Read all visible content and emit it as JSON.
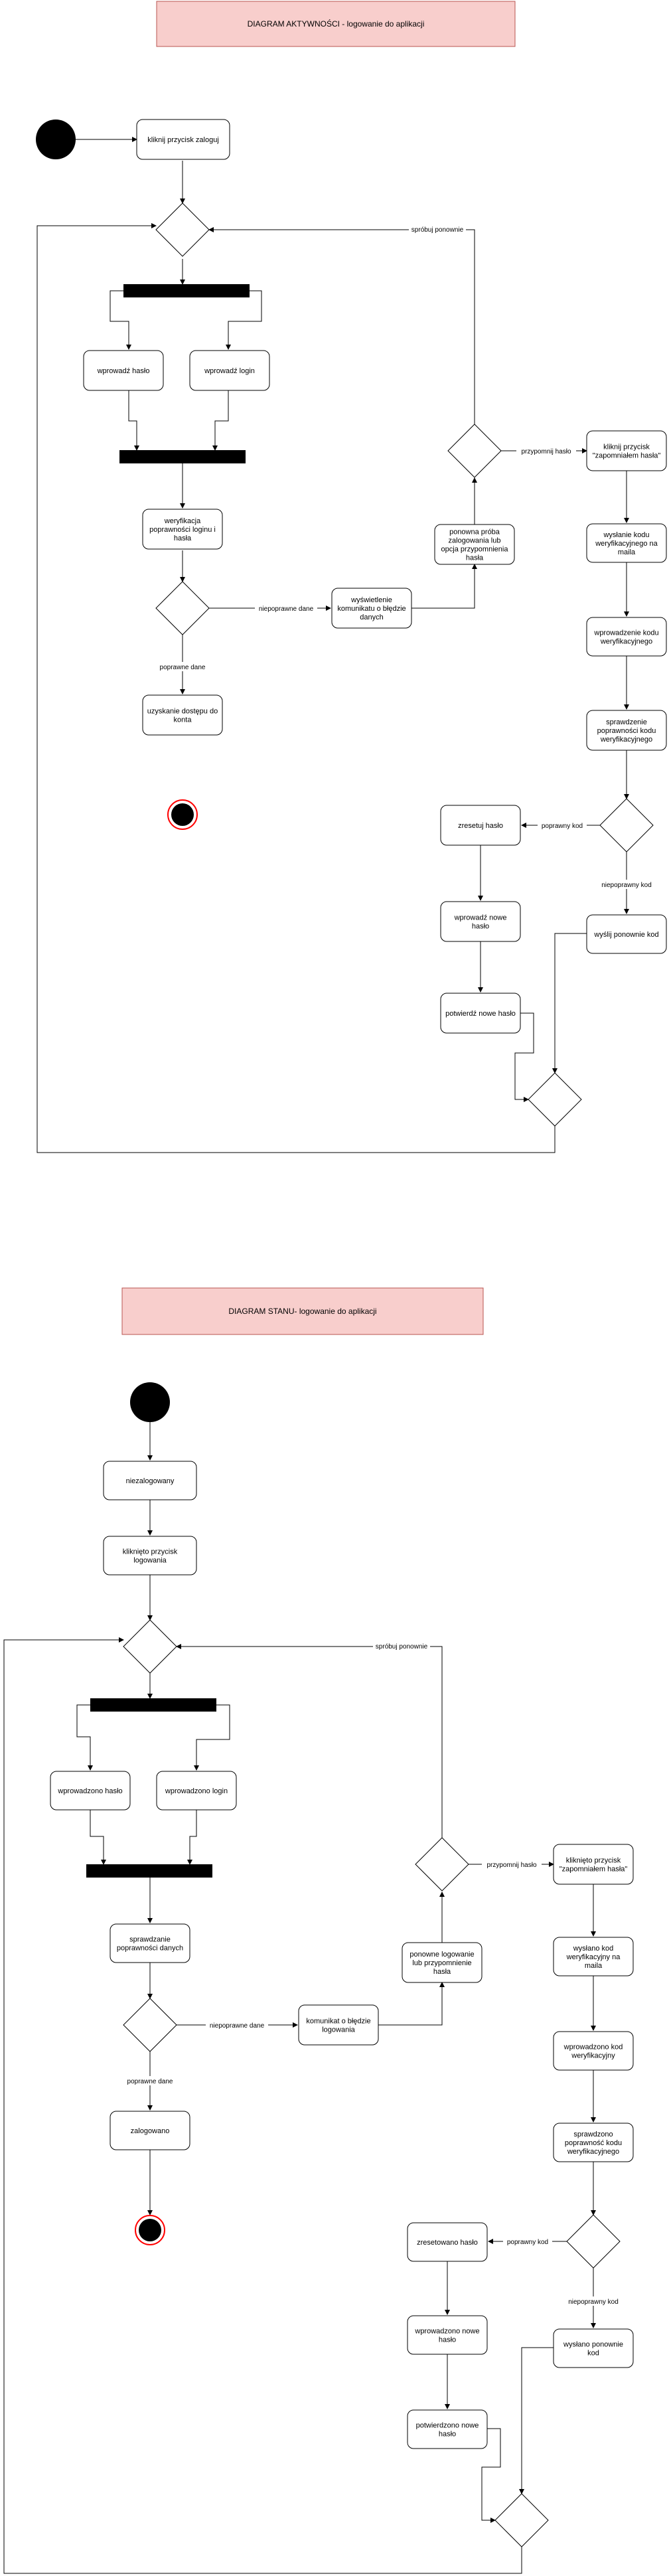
{
  "activity": {
    "title": "DIAGRAM AKTYWNOŚCI - logowanie do aplikacji",
    "n_click_login": "kliknij przycisk zaloguj",
    "n_enter_password": "wprowadź hasło",
    "n_enter_login": "wprowadź login",
    "n_verify": [
      "weryfikacja",
      "poprawności loginu i",
      "hasła"
    ],
    "n_access": [
      "uzyskanie dostępu do",
      "konta"
    ],
    "n_error": [
      "wyświetlenie",
      "komunikatu o błędzie",
      "danych"
    ],
    "n_retry": [
      "ponowna próba",
      "zalogowania lub",
      "opcja przypomnienia",
      "hasła"
    ],
    "n_forgot": [
      "kliknij przycisk",
      "\"zapomniałem hasła\""
    ],
    "n_code_sent": [
      "wysłanie kodu",
      "weryfikacyjnego na",
      "maila"
    ],
    "n_enter_code": [
      "wprowadzenie kodu",
      "weryfikacyjnego"
    ],
    "n_check_code": [
      "sprawdzenie",
      "poprawności kodu",
      "weryfikacyjnego"
    ],
    "n_reset": "zresetuj hasło",
    "n_new_password": [
      "wprowadź nowe",
      "hasło"
    ],
    "n_confirm": "potwierdź nowe hasło",
    "n_resend": "wyślij ponownie kod",
    "e_retry": "spróbuj ponownie",
    "e_remind": "przypomnij hasło",
    "e_wrong": "niepoprawne dane",
    "e_correct": "poprawne dane",
    "e_code_ok": "poprawny kod",
    "e_code_bad": "niepoprawny kod"
  },
  "state": {
    "title": "DIAGRAM STANU- logowanie do aplikacji",
    "n_logged_out": "niezalogowany",
    "n_clicked_login": [
      "kliknięto przycisk",
      "logowania"
    ],
    "n_entered_password": "wprowadzono hasło",
    "n_entered_login": "wprowadzono login",
    "n_checking": [
      "sprawdzanie",
      "poprawności danych"
    ],
    "n_logged_in": "zalogowano",
    "n_error": [
      "komunikat o błędzie",
      "logowania"
    ],
    "n_retry": [
      "ponowne logowanie",
      "lub przypomnienie",
      "hasła"
    ],
    "n_forgot": [
      "kliknięto przycisk",
      "\"zapomniałem hasła\""
    ],
    "n_code_sent": [
      "wysłano kod",
      "weryfikacyjny na",
      "maila"
    ],
    "n_entered_code": [
      "wprowadzono kod",
      "weryfikacyjny"
    ],
    "n_checked_code": [
      "sprawdzono",
      "poprawność kodu",
      "weryfikacyjnego"
    ],
    "n_reset": "zresetowano hasło",
    "n_new_password": [
      "wprowadzono nowe",
      "hasło"
    ],
    "n_confirmed": [
      "potwierdzono nowe",
      "hasło"
    ],
    "n_resent": [
      "wysłano ponownie",
      "kod"
    ],
    "e_retry": "spróbuj ponownie",
    "e_remind": "przypomnij hasło",
    "e_wrong": "niepoprawne dane",
    "e_correct": "poprawne dane",
    "e_code_ok": "poprawny kod",
    "e_code_bad": "niepoprawny kod"
  },
  "colors": {
    "title_fill": "#f8cecc",
    "title_stroke": "#b85450",
    "end_ring": "#ff0000",
    "line": "#000000"
  }
}
